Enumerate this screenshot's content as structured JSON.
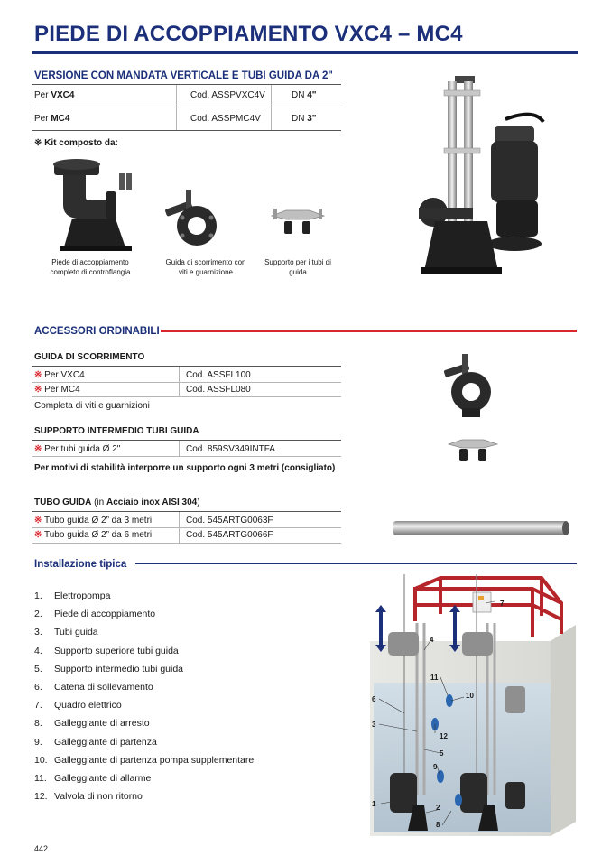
{
  "title": "PIEDE DI ACCOPPIAMENTO  VXC4 – MC4",
  "versione": {
    "heading": "VERSIONE CON MANDATA VERTICALE E TUBI GUIDA DA 2\"",
    "rows": [
      {
        "per": "Per ",
        "model": "VXC4",
        "cod": "Cod. ASSPVXC4V",
        "dn": "DN  ",
        "dn_val": "4\""
      },
      {
        "per": "Per ",
        "model": "MC4",
        "cod": "Cod. ASSPMC4V",
        "dn": "DN  ",
        "dn_val": "3\""
      }
    ],
    "kit_mark": "※",
    "kit_label": "Kit composto da:",
    "kit_captions": [
      "Piede di accoppiamento completo di controflangia",
      "Guida di scorrimento con viti e guarnizione",
      "Supporto per i tubi di guida"
    ]
  },
  "accessori": {
    "heading": "ACCESSORI ORDINABILI",
    "guida": {
      "heading": "GUIDA DI SCORRIMENTO",
      "rows": [
        {
          "mark": "※",
          "label": "Per VXC4",
          "cod": "Cod. ASSFL100"
        },
        {
          "mark": "※",
          "label": "Per MC4",
          "cod": "Cod. ASSFL080"
        }
      ],
      "note": "Completa di viti e guarnizioni"
    },
    "supporto": {
      "heading": "SUPPORTO INTERMEDIO TUBI GUIDA",
      "rows": [
        {
          "mark": "※",
          "label": "Per tubi guida  Ø 2\"",
          "cod": "Cod. 859SV349INTFA"
        }
      ],
      "note": "Per motivi di stabilità interporre un supporto ogni 3 metri (consigliato)"
    },
    "tubo": {
      "heading_a": "TUBO GUIDA",
      "heading_b": " (in ",
      "heading_c": "Acciaio inox AISI 304",
      "heading_d": ")",
      "rows": [
        {
          "mark": "※",
          "label": "Tubo guida Ø 2” da 3 metri",
          "cod": "Cod. 545ARTG0063F"
        },
        {
          "mark": "※",
          "label": "Tubo guida Ø 2” da 6 metri",
          "cod": "Cod. 545ARTG0066F"
        }
      ]
    }
  },
  "installazione": {
    "heading": "Installazione tipica",
    "items": [
      {
        "n": "1.",
        "t": "Elettropompa"
      },
      {
        "n": "2.",
        "t": "Piede di accoppiamento"
      },
      {
        "n": "3.",
        "t": "Tubi guida"
      },
      {
        "n": "4.",
        "t": "Supporto superiore tubi guida"
      },
      {
        "n": "5.",
        "t": "Supporto intermedio tubi guida"
      },
      {
        "n": "6.",
        "t": "Catena di sollevamento"
      },
      {
        "n": "7.",
        "t": "Quadro elettrico"
      },
      {
        "n": "8.",
        "t": "Galleggiante di arresto"
      },
      {
        "n": "9.",
        "t": "Galleggiante di partenza"
      },
      {
        "n": "10.",
        "t": "Galleggiante di partenza pompa supplementare"
      },
      {
        "n": "11.",
        "t": "Galleggiante di allarme"
      },
      {
        "n": "12.",
        "t": "Valvola di non ritorno"
      }
    ],
    "diagram_labels": [
      "1",
      "2",
      "3",
      "4",
      "5",
      "6",
      "7",
      "8",
      "9",
      "10",
      "11",
      "12"
    ]
  },
  "page_number": "442",
  "colors": {
    "brand_blue": "#1b2f7a",
    "accent_red": "#d9262e",
    "rail_red": "#b5252a"
  }
}
